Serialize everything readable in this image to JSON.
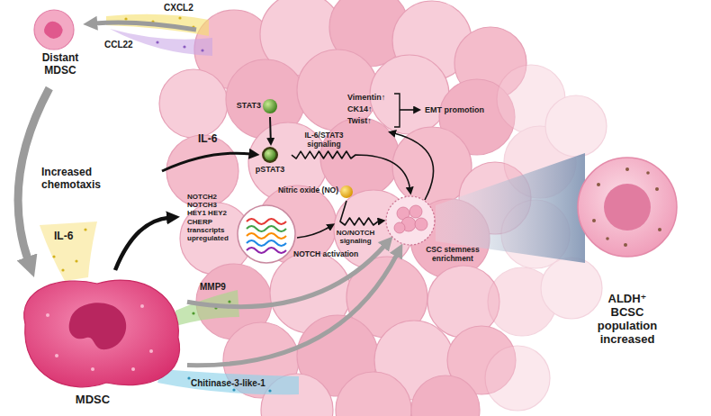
{
  "diagram": {
    "nodes": [
      {
        "text": [
          "Distant MDSC"
        ]
      },
      {
        "text": [
          "STAT3"
        ]
      },
      {
        "text": [
          "pSTAT3"
        ]
      },
      {
        "text": [
          "Nitric oxide (NO)"
        ]
      },
      {
        "text": [
          "NOTCH2 NOTCH3 HEY1 HEY2 CHERP transcripts upregulated"
        ]
      },
      {
        "text": [
          "CSC stemness enrichment"
        ]
      },
      {
        "text": [
          "MDSC"
        ]
      },
      {
        "text": [
          "ALDH⁺ BCSC population increased"
        ]
      }
    ],
    "edges": [
      {
        "from": 0,
        "to": 6,
        "arrow": "to"
      },
      {
        "from": 1,
        "to": 2,
        "arrow": "to"
      },
      {
        "from": 2,
        "to": 5,
        "arrow": "to",
        "label": "IL-6/STAT3 signaling"
      },
      {
        "from": 3,
        "to": 5,
        "arrow": "to",
        "label": "NO/NOTCH signaling"
      },
      {
        "from": 6,
        "to": 4,
        "arrow": "to"
      },
      {
        "from": 6,
        "to": 5,
        "arrow": "to"
      },
      {
        "from": 6,
        "to": 5,
        "arrow": "to"
      }
    ],
    "labels": [
      "CXCL2",
      "CCL22",
      "Increased chemotaxis",
      "IL-6",
      "Vimentin↑",
      "CK14↑",
      "Twist↑",
      "EMT promotion",
      "NOTCH activation",
      "IL-6",
      "MMP9",
      "Chitinase-3-like-1"
    ]
  }
}
